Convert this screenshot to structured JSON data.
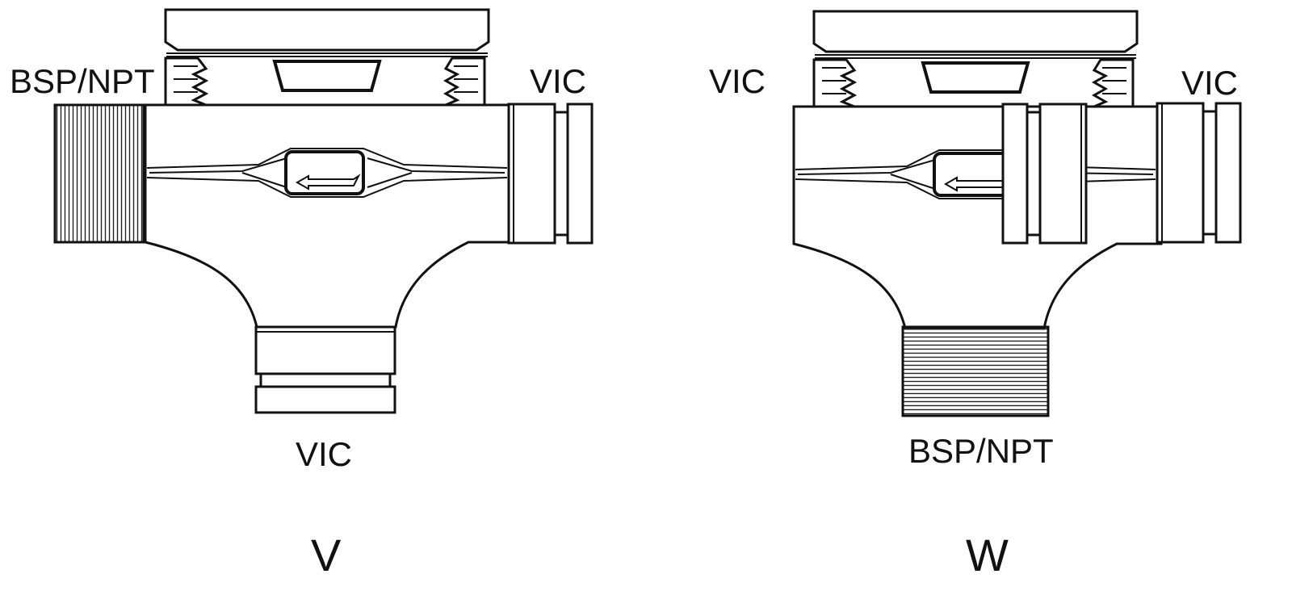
{
  "variants": [
    {
      "caption": "V",
      "ports": {
        "left": "BSP/NPT",
        "right": "VIC",
        "bottom": "VIC"
      }
    },
    {
      "caption": "W",
      "ports": {
        "left": "VIC",
        "right": "VIC",
        "bottom": "BSP/NPT"
      }
    }
  ]
}
